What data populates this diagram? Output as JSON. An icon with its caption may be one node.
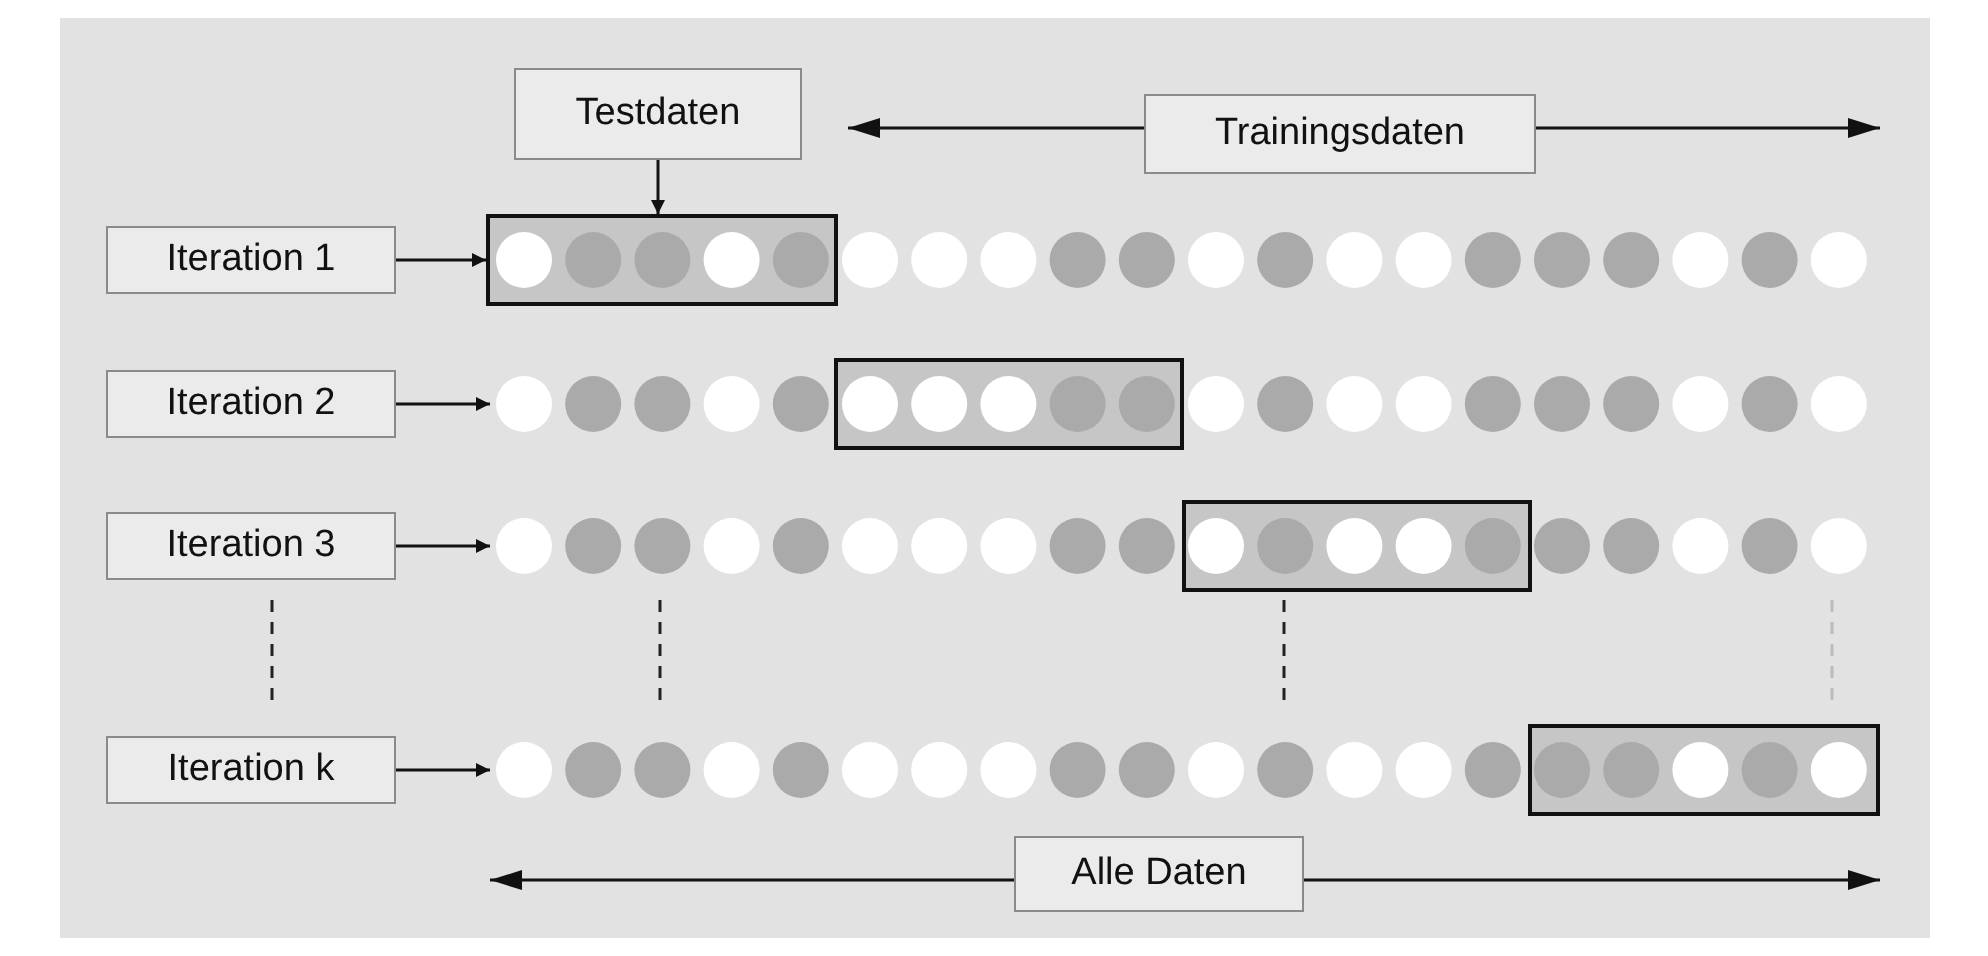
{
  "diagram": {
    "nodes": [
      {
        "text": [
          "Testdaten"
        ]
      },
      {
        "text": [
          "Trainingsdaten"
        ]
      },
      {
        "text": [
          "Iteration 1"
        ]
      },
      {
        "text": [],
        "shape": "box"
      },
      {
        "text": [
          "Iteration 2"
        ]
      },
      {
        "text": [],
        "shape": "box"
      },
      {
        "text": [
          "Iteration 3"
        ]
      },
      {
        "text": [],
        "shape": "box"
      },
      {
        "text": [
          "Iteration k"
        ]
      },
      {
        "text": [],
        "shape": "box"
      },
      {
        "text": [
          "Alle Daten"
        ]
      }
    ],
    "edges": [
      {
        "from": 0,
        "to": 3,
        "arrow": "to"
      },
      {
        "from": 2,
        "to": 3,
        "arrow": "to"
      },
      {
        "from": 4,
        "to": null,
        "arrow": "to"
      },
      {
        "from": 6,
        "to": null,
        "arrow": "to"
      },
      {
        "from": 8,
        "to": null,
        "arrow": "to"
      }
    ]
  }
}
